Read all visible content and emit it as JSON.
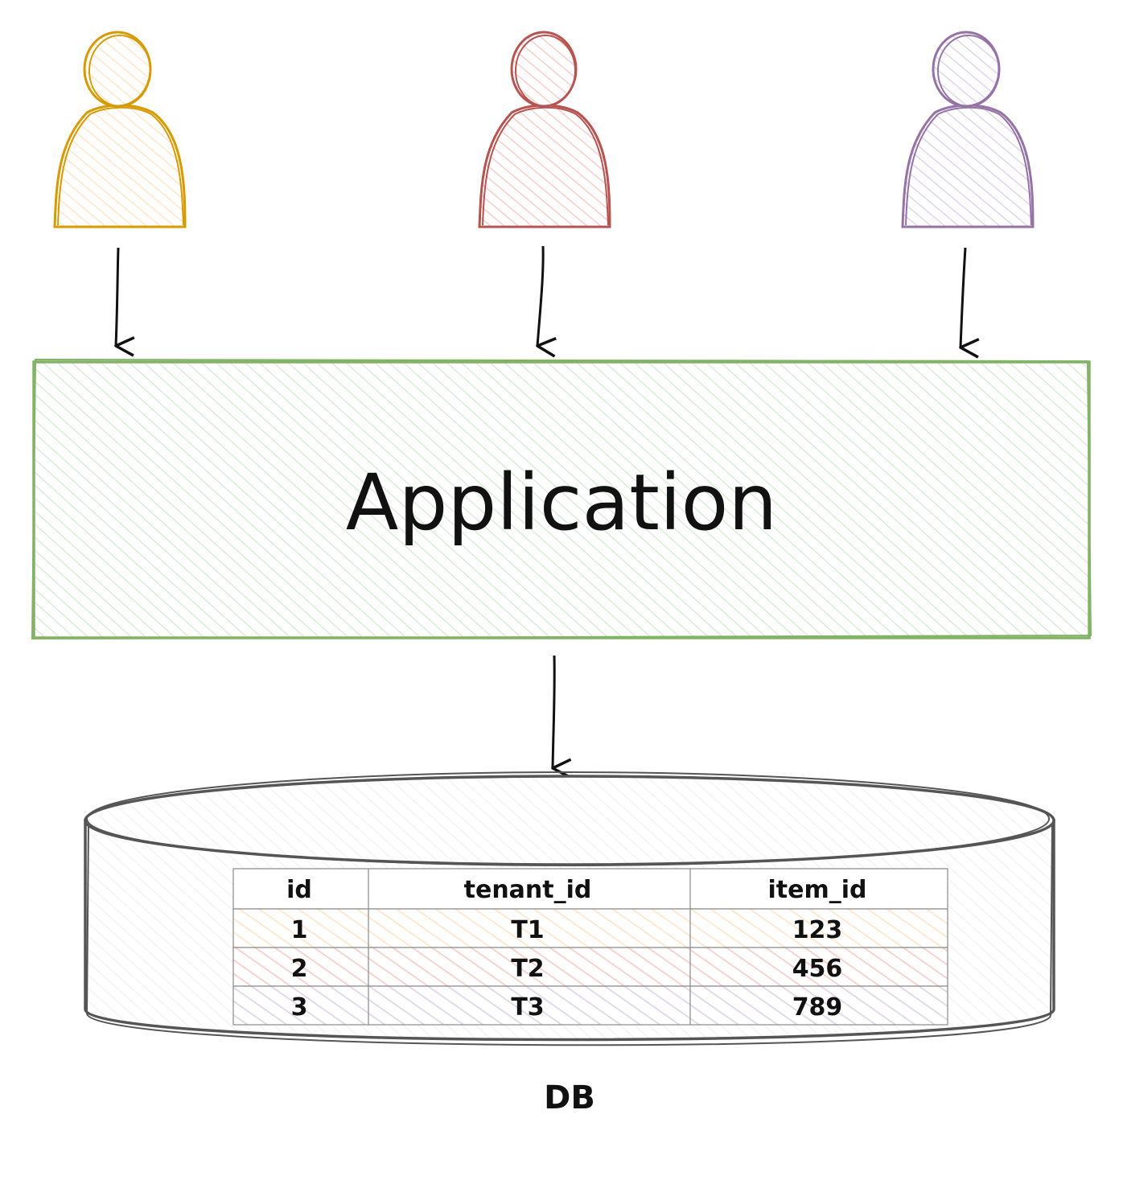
{
  "actors": [
    {
      "id": "user-1",
      "stroke": "#d79b00",
      "fill": "#ffe6cc"
    },
    {
      "id": "user-2",
      "stroke": "#b85450",
      "fill": "#f8cecc"
    },
    {
      "id": "user-3",
      "stroke": "#9673a6",
      "fill": "#e1d5e7"
    }
  ],
  "application": {
    "label": "Application",
    "stroke": "#82b366",
    "fill": "#d5e8d4"
  },
  "database": {
    "label": "DB",
    "stroke": "#555555",
    "table": {
      "columns": [
        "id",
        "tenant_id",
        "item_id"
      ],
      "rows": [
        {
          "id": "1",
          "tenant_id": "T1",
          "item_id": "123",
          "fill": "#ffe6cc"
        },
        {
          "id": "2",
          "tenant_id": "T2",
          "item_id": "456",
          "fill": "#f8cecc"
        },
        {
          "id": "3",
          "tenant_id": "T3",
          "item_id": "789",
          "fill": "#e1d5e7"
        }
      ]
    }
  }
}
